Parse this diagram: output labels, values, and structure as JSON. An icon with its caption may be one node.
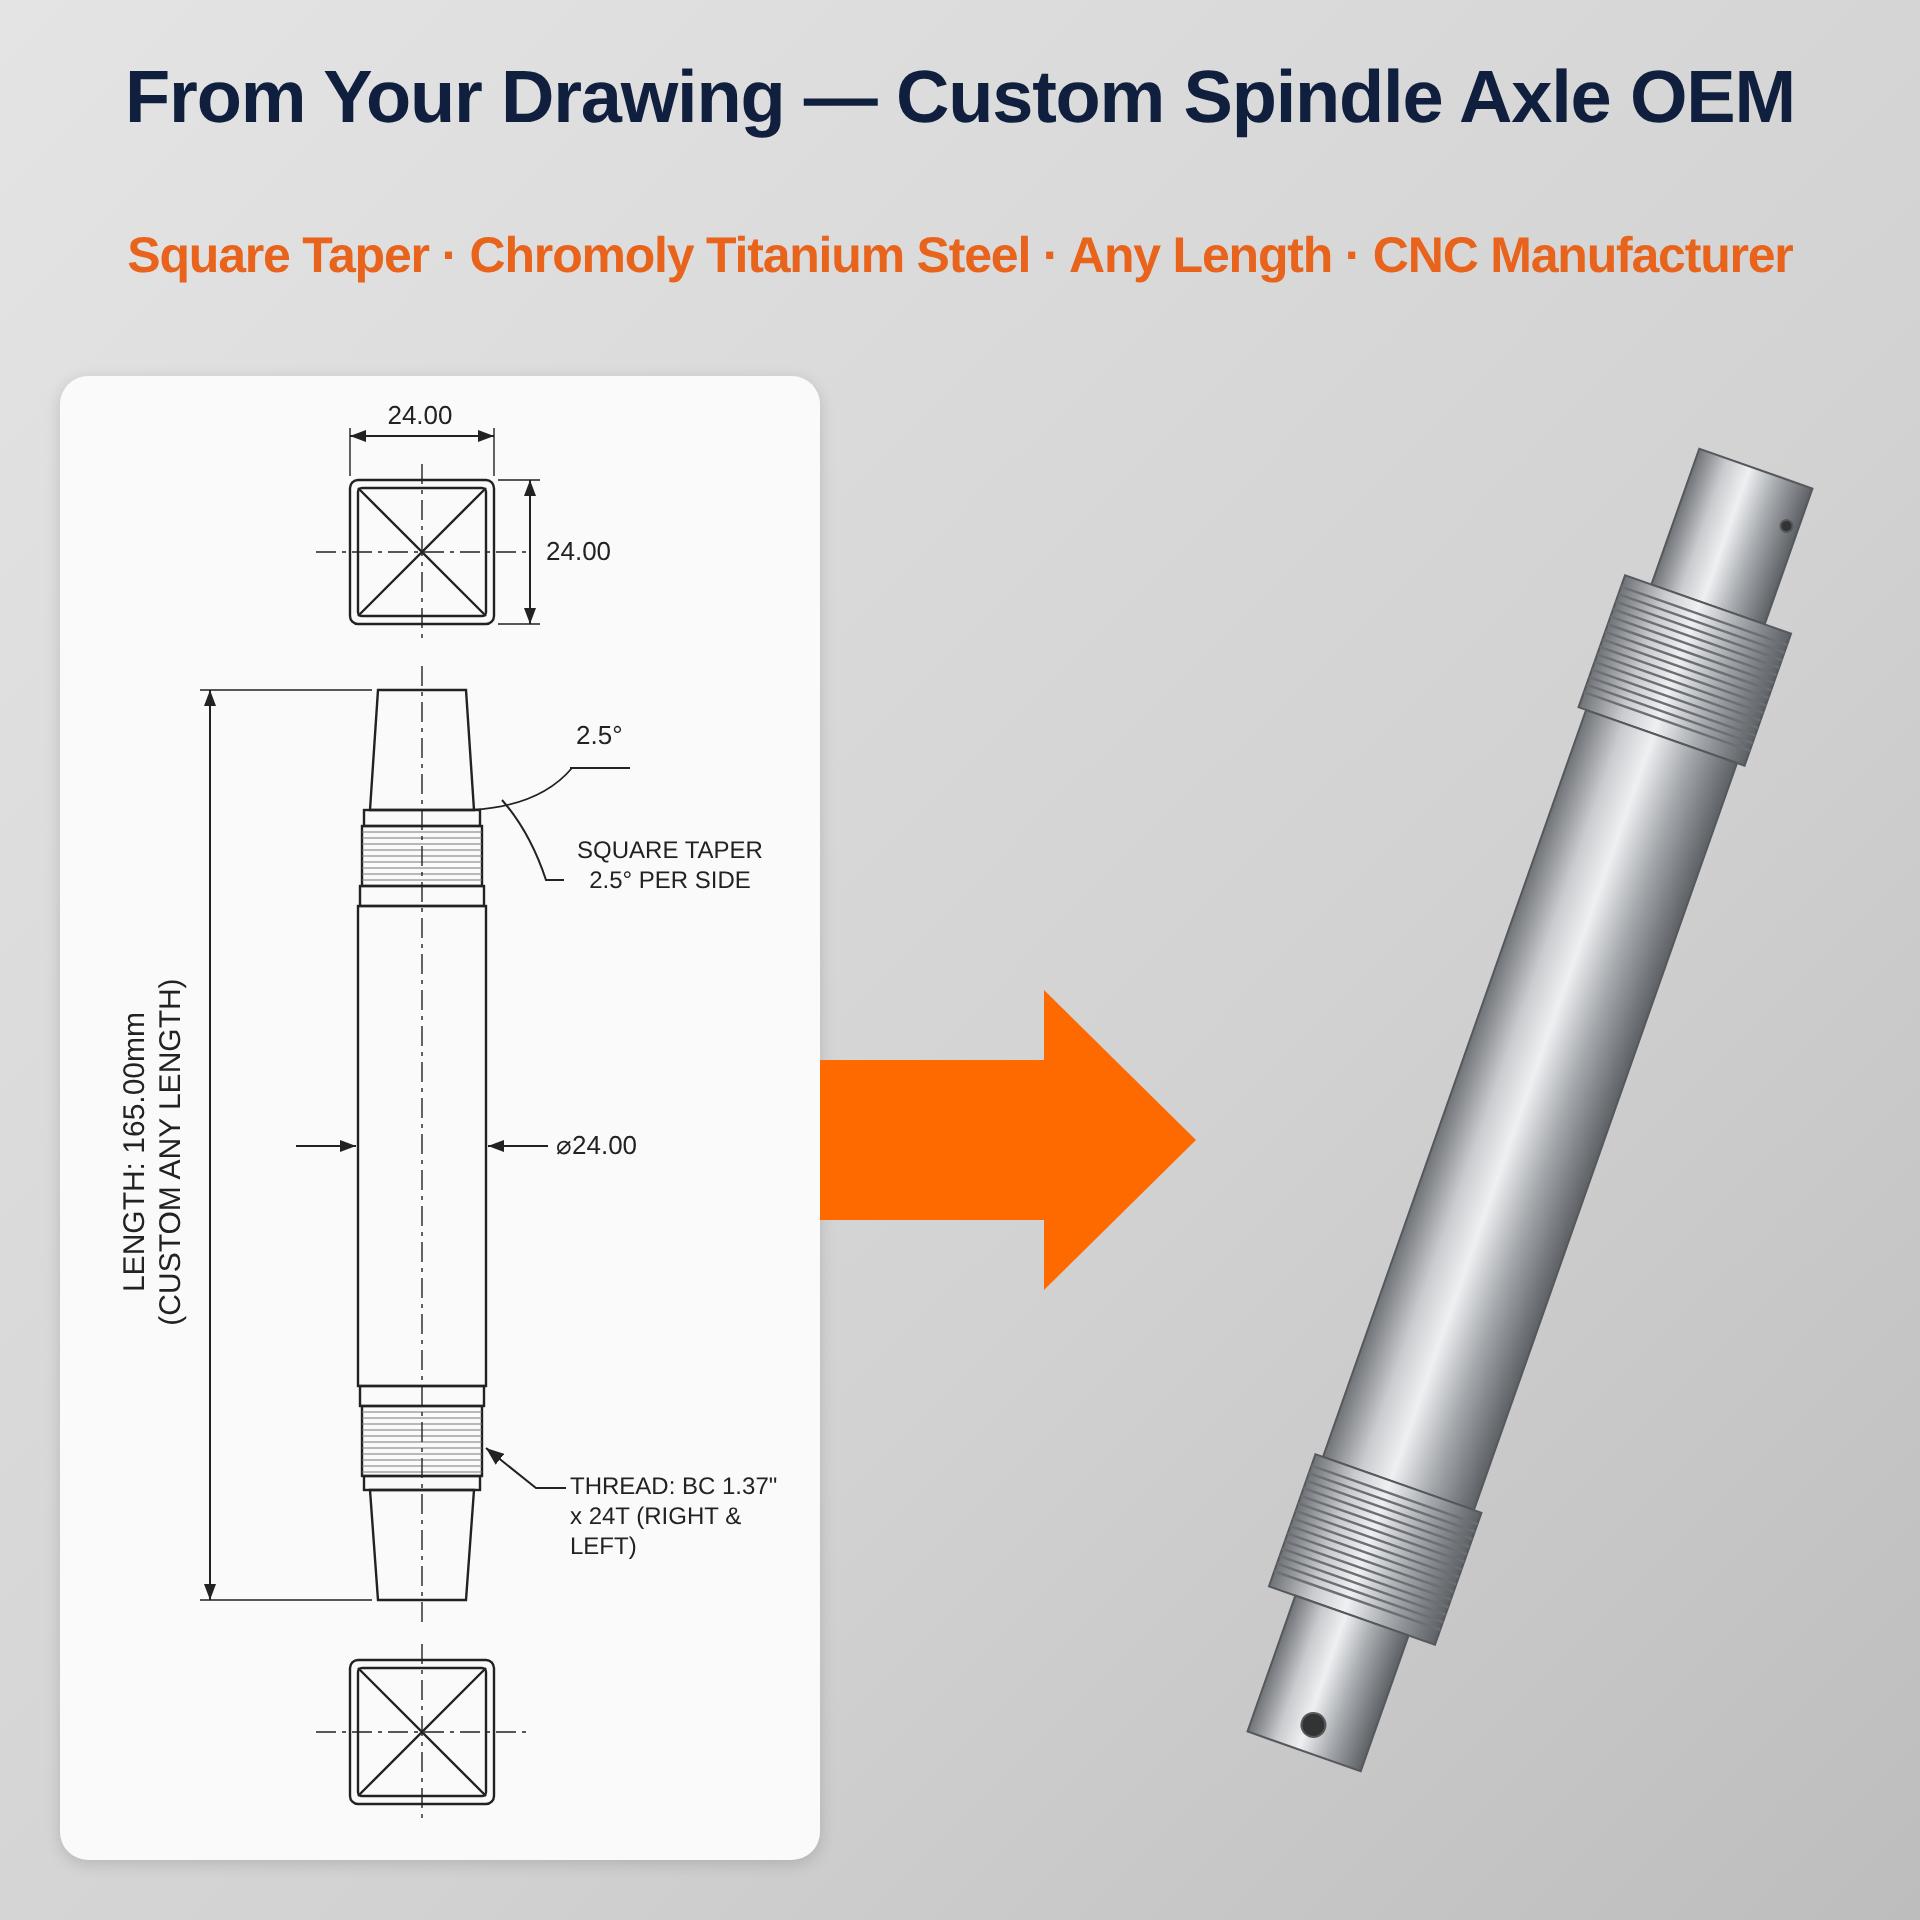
{
  "diagram": {
    "title": "From Your Drawing — Custom Spindle Axle OEM",
    "nodes": [
      {
        "text": [],
        "shape": "picture"
      },
      {
        "text": [],
        "shape": "picture"
      },
      {
        "text": [
          "SQUARE TAPER 2.5° PER SIDE"
        ],
        "in": 0
      },
      {
        "text": [
          "THREAD: BC 1.37\" x 24T (RIGHT & LEFT)"
        ],
        "in": 0
      }
    ],
    "edges": [
      {
        "from": 0,
        "to": 1,
        "arrow": "to",
        "style": "thick",
        "color": "#ff6a00"
      },
      {
        "from": 2,
        "to": null,
        "arrow": "none"
      },
      {
        "from": 3,
        "to": null,
        "arrow": "to"
      }
    ],
    "labels": [
      "Square Taper · Chromoly Titanium Steel · Any Length · CNC Manufacturer",
      "24.00",
      "24.00",
      "2.5°",
      "LENGTH: 165.00mm (CUSTOM ANY LENGTH)",
      "⌀24.00"
    ]
  }
}
